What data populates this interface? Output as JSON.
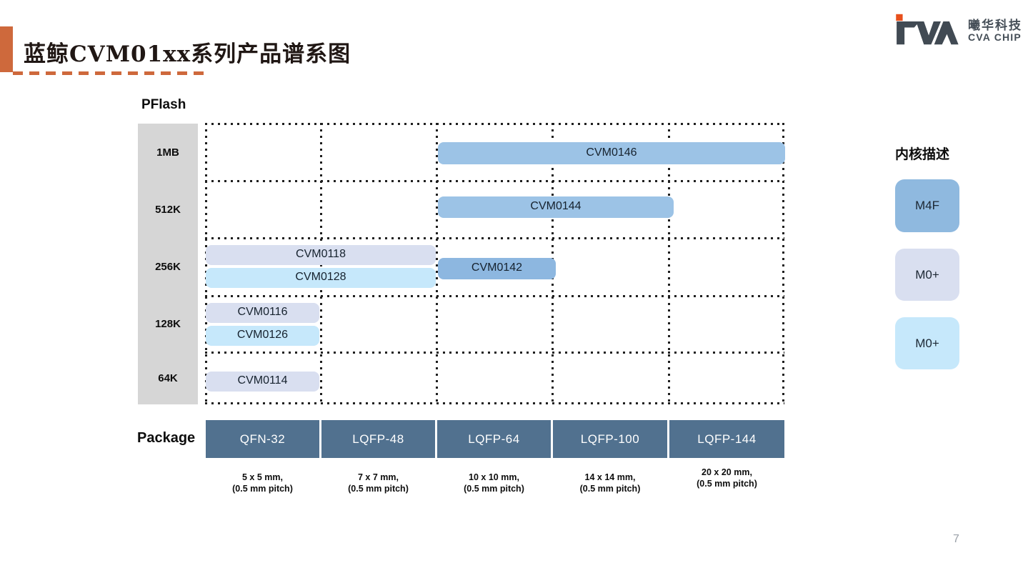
{
  "slide": {
    "title": "蓝鲸CVM01xx系列产品谱系图",
    "page_number": "7"
  },
  "logo": {
    "company_cn": "曦华科技",
    "company_en": "CVA CHIP"
  },
  "colors": {
    "accent_orange": "#CE693C",
    "logo_gray": "#414A53",
    "logo_orange": "#E8501C",
    "axis_gray": "#D6D6D6",
    "package_slate": "#51718F",
    "core_m4f_blue": "#9CC3E6",
    "core_m0_lavender": "#D9DFF0",
    "core_m0_cyan": "#C6E8FB"
  },
  "chart": {
    "y_axis_title": "PFlash",
    "x_axis_title": "Package",
    "flash_rows": [
      "1MB",
      "512K",
      "256K",
      "128K",
      "64K"
    ],
    "packages": [
      {
        "name": "QFN-32",
        "size_line1": "5 x 5 mm,",
        "size_line2": "(0.5 mm pitch)"
      },
      {
        "name": "LQFP-48",
        "size_line1": "7 x 7 mm,",
        "size_line2": "(0.5 mm pitch)"
      },
      {
        "name": "LQFP-64",
        "size_line1": "10 x 10 mm,",
        "size_line2": "(0.5 mm pitch)"
      },
      {
        "name": "LQFP-100",
        "size_line1": "14 x 14 mm,",
        "size_line2": "(0.5 mm pitch)"
      },
      {
        "name": "LQFP-144",
        "size_line1": "20 x 20 mm,",
        "size_line2": "(0.5 mm pitch)"
      }
    ],
    "products": [
      {
        "name": "CVM0146",
        "flash": "1MB",
        "packages": [
          "LQFP-64",
          "LQFP-100",
          "LQFP-144"
        ],
        "core": "M4F",
        "color": "#9CC3E6"
      },
      {
        "name": "CVM0144",
        "flash": "512K",
        "packages": [
          "LQFP-64",
          "LQFP-100"
        ],
        "core": "M4F",
        "color": "#9CC3E6"
      },
      {
        "name": "CVM0118",
        "flash": "256K",
        "packages": [
          "QFN-32",
          "LQFP-48"
        ],
        "core": "M0+",
        "color": "#D9DFF0"
      },
      {
        "name": "CVM0128",
        "flash": "256K",
        "packages": [
          "QFN-32",
          "LQFP-48"
        ],
        "core": "M0+",
        "color": "#C6E8FB"
      },
      {
        "name": "CVM0142",
        "flash": "256K",
        "packages": [
          "LQFP-64"
        ],
        "core": "M4F",
        "color": "#8DB7E0"
      },
      {
        "name": "CVM0116",
        "flash": "128K",
        "packages": [
          "QFN-32"
        ],
        "core": "M0+",
        "color": "#D9DFF0"
      },
      {
        "name": "CVM0126",
        "flash": "128K",
        "packages": [
          "QFN-32"
        ],
        "core": "M0+",
        "color": "#C6E8FB"
      },
      {
        "name": "CVM0114",
        "flash": "64K",
        "packages": [
          "QFN-32"
        ],
        "core": "M0+",
        "color": "#D9DFF0"
      }
    ]
  },
  "legend": {
    "title": "内核描述",
    "items": [
      {
        "label": "M4F",
        "color": "#8FB9DF"
      },
      {
        "label": "M0+",
        "color": "#D9DFF0"
      },
      {
        "label": "M0+",
        "color": "#C6E8FB"
      }
    ]
  },
  "chart_data": {
    "type": "table",
    "title": "蓝鲸CVM01xx系列产品谱系图",
    "y_axis": {
      "label": "PFlash",
      "categories": [
        "1MB",
        "512K",
        "256K",
        "128K",
        "64K"
      ]
    },
    "x_axis": {
      "label": "Package",
      "categories": [
        "QFN-32",
        "LQFP-48",
        "LQFP-64",
        "LQFP-100",
        "LQFP-144"
      ]
    },
    "series": [
      {
        "name": "CVM0146",
        "y": "1MB",
        "x_span": [
          "LQFP-64",
          "LQFP-144"
        ],
        "core": "M4F"
      },
      {
        "name": "CVM0144",
        "y": "512K",
        "x_span": [
          "LQFP-64",
          "LQFP-100"
        ],
        "core": "M4F"
      },
      {
        "name": "CVM0118",
        "y": "256K",
        "x_span": [
          "QFN-32",
          "LQFP-48"
        ],
        "core": "M0+"
      },
      {
        "name": "CVM0128",
        "y": "256K",
        "x_span": [
          "QFN-32",
          "LQFP-48"
        ],
        "core": "M0+"
      },
      {
        "name": "CVM0142",
        "y": "256K",
        "x_span": [
          "LQFP-64",
          "LQFP-64"
        ],
        "core": "M4F"
      },
      {
        "name": "CVM0116",
        "y": "128K",
        "x_span": [
          "QFN-32",
          "QFN-32"
        ],
        "core": "M0+"
      },
      {
        "name": "CVM0126",
        "y": "128K",
        "x_span": [
          "QFN-32",
          "QFN-32"
        ],
        "core": "M0+"
      },
      {
        "name": "CVM0114",
        "y": "64K",
        "x_span": [
          "QFN-32",
          "QFN-32"
        ],
        "core": "M0+"
      }
    ],
    "legend_position": "right",
    "grid": "dotted"
  }
}
